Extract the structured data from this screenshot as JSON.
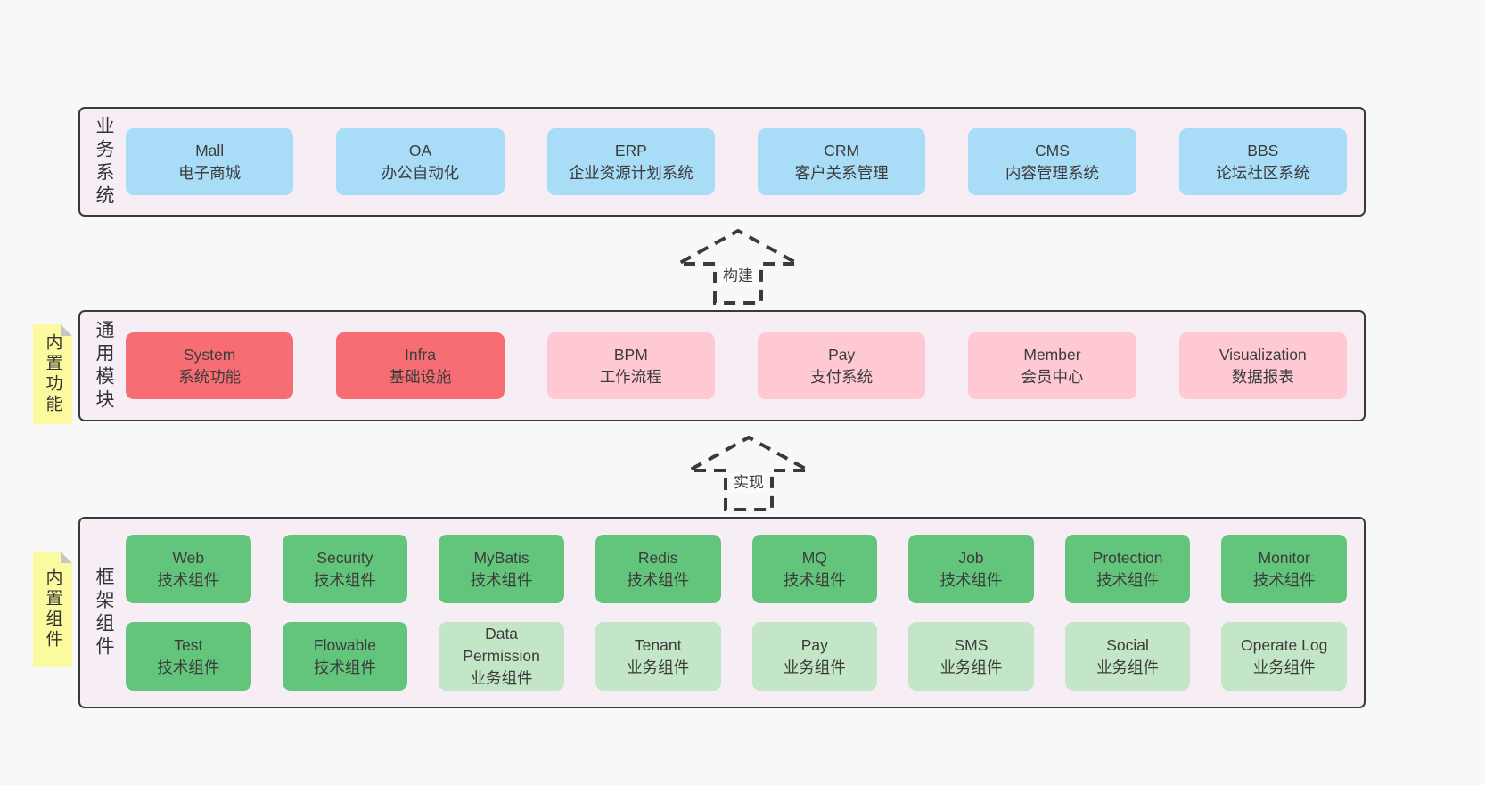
{
  "colors": {
    "page_bg": "#f8f8f8",
    "panel_bg": "#f7edf5",
    "panel_border": "#3a3a3a",
    "blue_box": "#a9dcf7",
    "red_box": "#f66d73",
    "pink_box": "#fec9d2",
    "green_box": "#63c57c",
    "light_green_box": "#c2e6c6",
    "sticky_yellow": "#fbfa9e",
    "sticky_fold_gray": "#c6c6c6",
    "text": "#3d3d3d"
  },
  "arrows": [
    {
      "label": "构建"
    },
    {
      "label": "实现"
    }
  ],
  "layers": {
    "business": {
      "side_label": "业务系统",
      "boxes": [
        {
          "name": "Mall",
          "desc": "电子商城"
        },
        {
          "name": "OA",
          "desc": "办公自动化"
        },
        {
          "name": "ERP",
          "desc": "企业资源计划系统"
        },
        {
          "name": "CRM",
          "desc": "客户关系管理"
        },
        {
          "name": "CMS",
          "desc": "内容管理系统"
        },
        {
          "name": "BBS",
          "desc": "论坛社区系统"
        }
      ]
    },
    "modules": {
      "side_label": "通用模块",
      "sticky_label": "内置功能",
      "boxes": [
        {
          "name": "System",
          "desc": "系统功能",
          "variant": "red"
        },
        {
          "name": "Infra",
          "desc": "基础设施",
          "variant": "red"
        },
        {
          "name": "BPM",
          "desc": "工作流程",
          "variant": "pink"
        },
        {
          "name": "Pay",
          "desc": "支付系统",
          "variant": "pink"
        },
        {
          "name": "Member",
          "desc": "会员中心",
          "variant": "pink"
        },
        {
          "name": "Visualization",
          "desc": "数据报表",
          "variant": "pink"
        }
      ]
    },
    "components": {
      "side_label": "框架组件",
      "sticky_label": "内置组件",
      "rows": [
        [
          {
            "name": "Web",
            "desc": "技术组件",
            "variant": "green"
          },
          {
            "name": "Security",
            "desc": "技术组件",
            "variant": "green"
          },
          {
            "name": "MyBatis",
            "desc": "技术组件",
            "variant": "green"
          },
          {
            "name": "Redis",
            "desc": "技术组件",
            "variant": "green"
          },
          {
            "name": "MQ",
            "desc": "技术组件",
            "variant": "green"
          },
          {
            "name": "Job",
            "desc": "技术组件",
            "variant": "green"
          },
          {
            "name": "Protection",
            "desc": "技术组件",
            "variant": "green"
          },
          {
            "name": "Monitor",
            "desc": "技术组件",
            "variant": "green"
          }
        ],
        [
          {
            "name": "Test",
            "desc": "技术组件",
            "variant": "green"
          },
          {
            "name": "Flowable",
            "desc": "技术组件",
            "variant": "green"
          },
          {
            "name": "Data Permission",
            "desc": "业务组件",
            "variant": "lgreen"
          },
          {
            "name": "Tenant",
            "desc": "业务组件",
            "variant": "lgreen"
          },
          {
            "name": "Pay",
            "desc": "业务组件",
            "variant": "lgreen"
          },
          {
            "name": "SMS",
            "desc": "业务组件",
            "variant": "lgreen"
          },
          {
            "name": "Social",
            "desc": "业务组件",
            "variant": "lgreen"
          },
          {
            "name": "Operate Log",
            "desc": "业务组件",
            "variant": "lgreen"
          }
        ]
      ]
    }
  }
}
